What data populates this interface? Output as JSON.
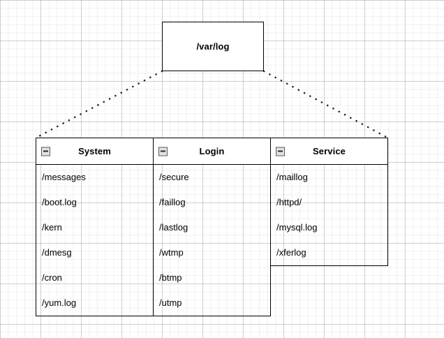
{
  "diagram": {
    "root": {
      "label": "/var/log",
      "name": "root-node"
    },
    "connector_style": "dotted",
    "connector_color": "#1a1a1a",
    "categories": [
      {
        "id": "system",
        "title": "System",
        "collapse_icon": "minus-box-icon",
        "items": [
          "/messages",
          "/boot.log",
          "/kern",
          "/dmesg",
          "/cron",
          "/yum.log"
        ]
      },
      {
        "id": "login",
        "title": "Login",
        "collapse_icon": "minus-box-icon",
        "items": [
          "/secure",
          "/faillog",
          "/lastlog",
          "/wtmp",
          "/btmp",
          "/utmp"
        ]
      },
      {
        "id": "service",
        "title": "Service",
        "collapse_icon": "minus-box-icon",
        "items": [
          "/maillog",
          "/httpd/",
          "/mysql.log",
          "/xferlog"
        ]
      }
    ]
  },
  "colors": {
    "line": "#000000",
    "text": "#000000",
    "canvas": "#ffffff",
    "grid_minor": "rgba(0,0,0,0.055)",
    "grid_major": "rgba(0,0,0,0.145)",
    "icon_fill": "#e2e2e6",
    "icon_border": "#5a5a5a"
  }
}
